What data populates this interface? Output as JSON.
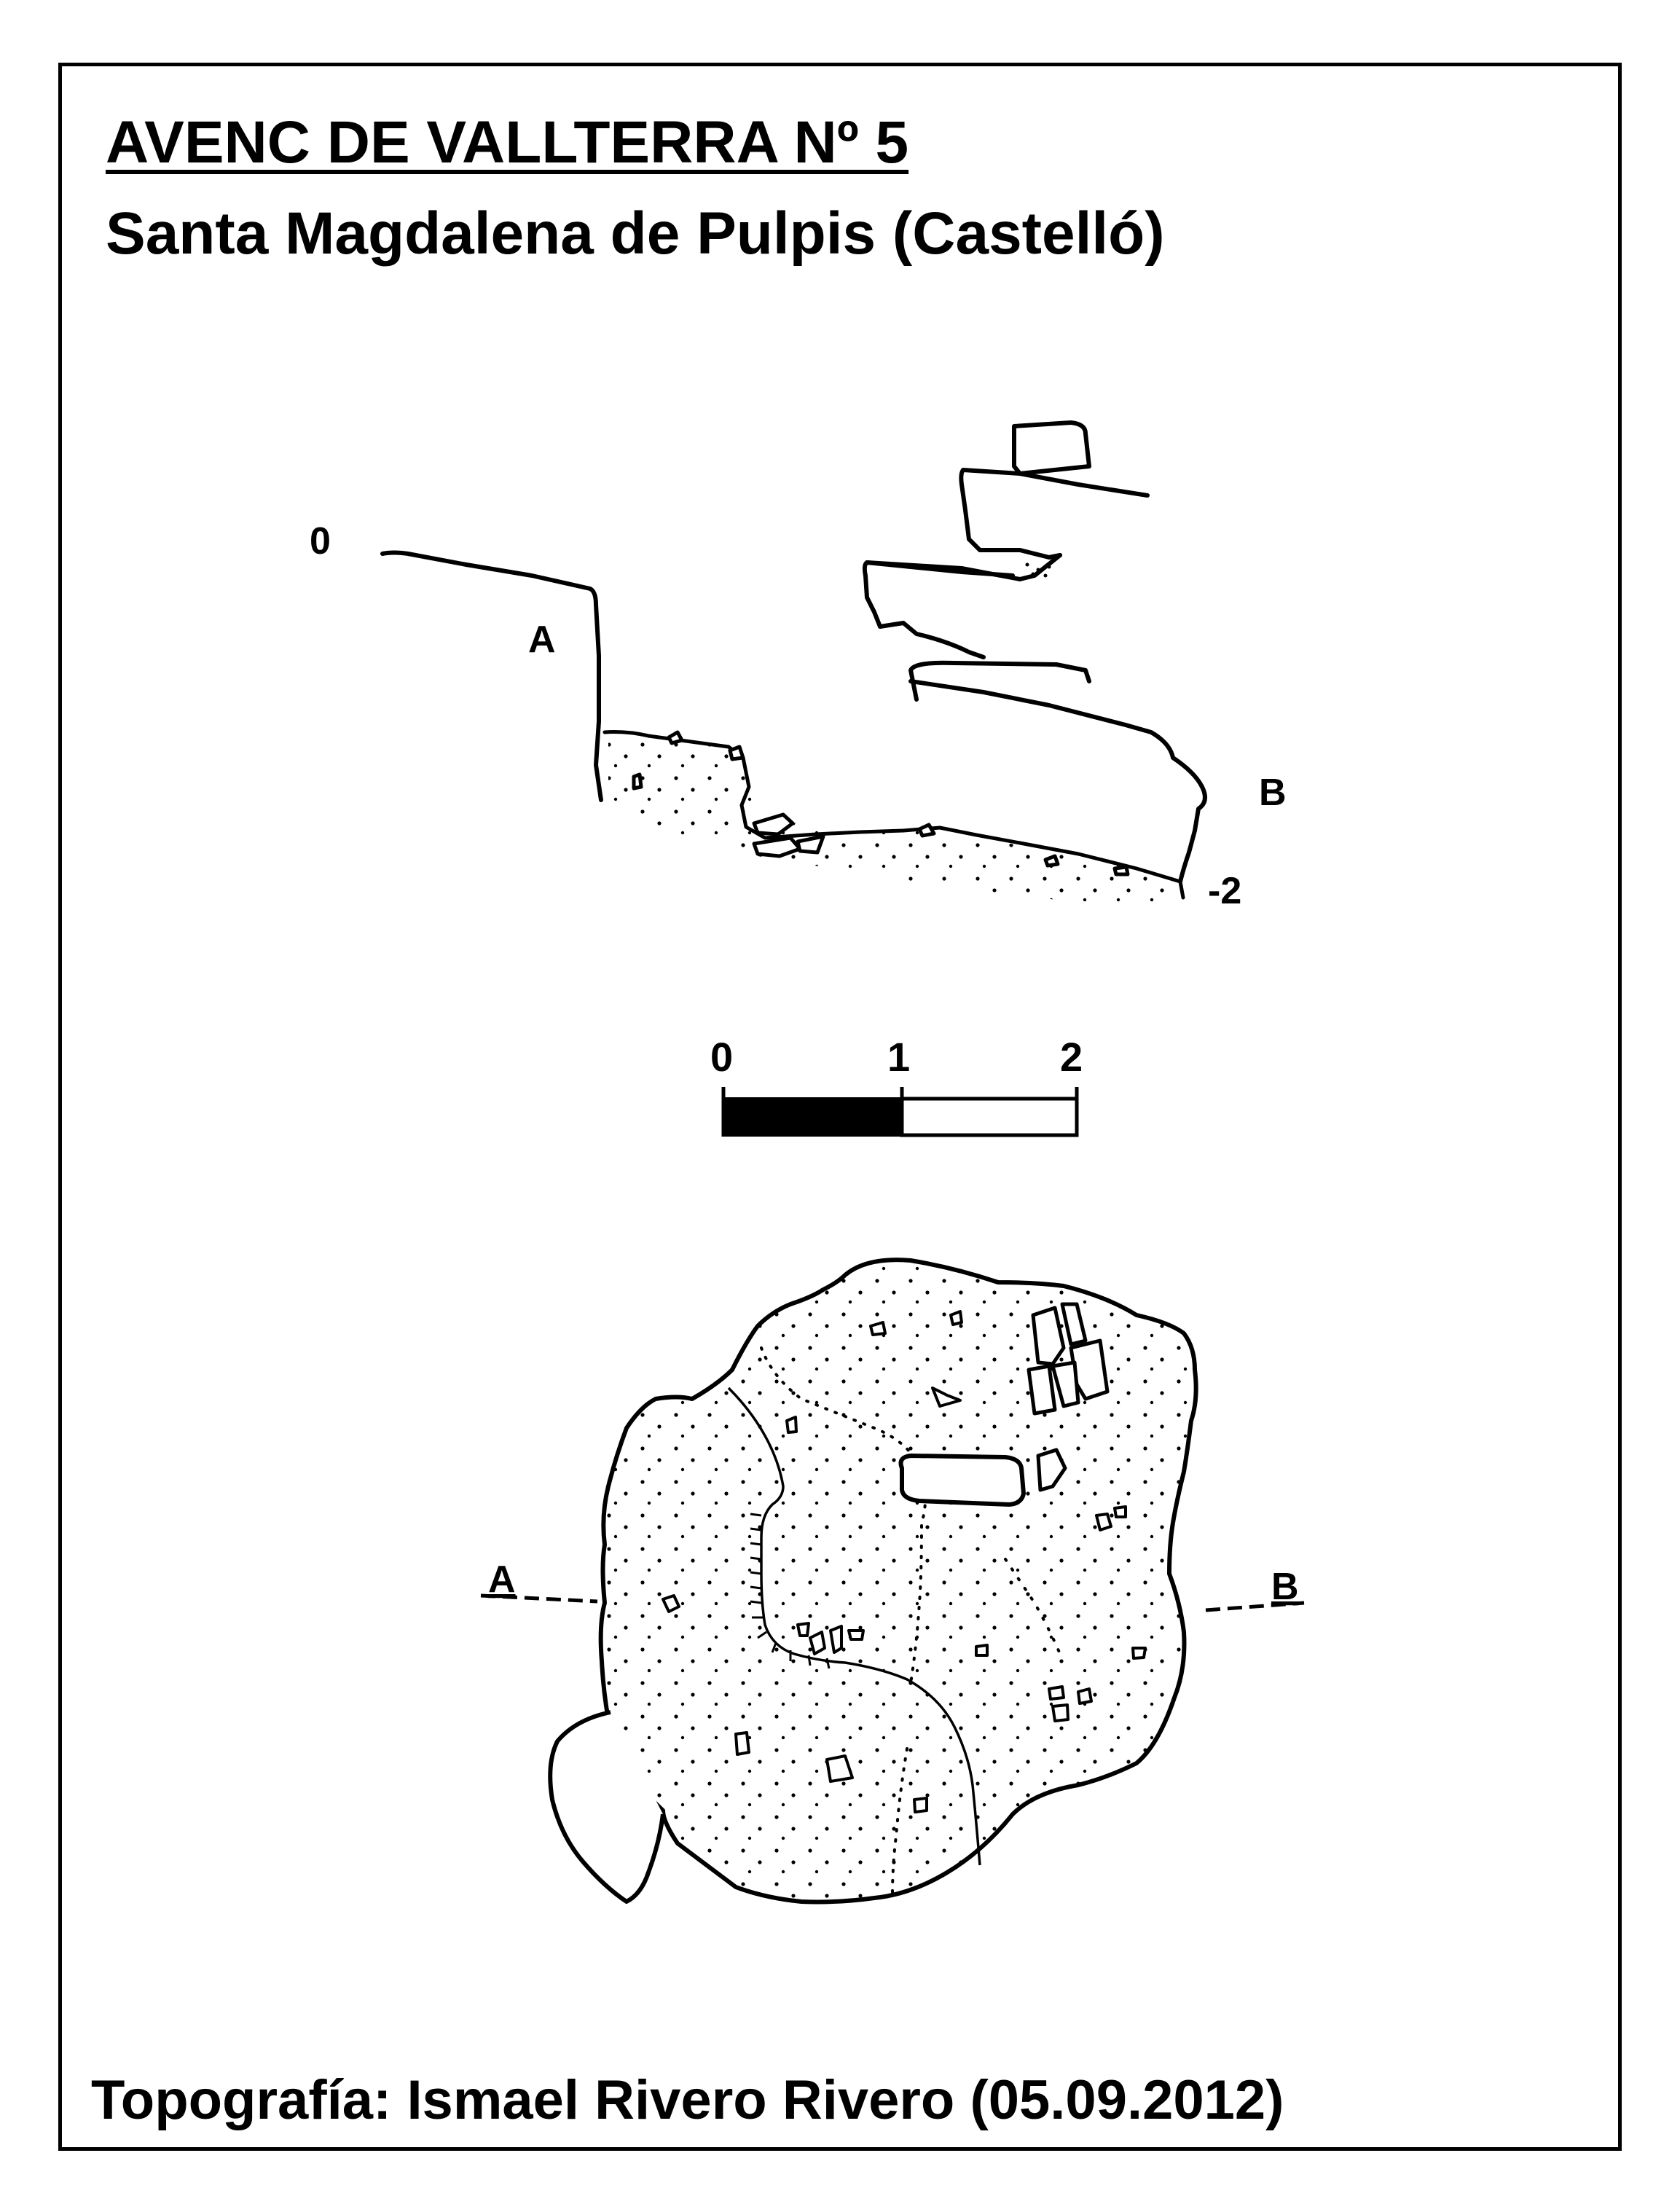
{
  "title": "AVENC DE VALLTERRA Nº 5",
  "subtitle": "Santa Magdalena de Pulpis (Castelló)",
  "credit": "Topografía: Ismael Rivero Rivero (05.09.2012)",
  "section": {
    "depth_top": "0",
    "depth_bottom": "-2",
    "point_a": "A",
    "point_b": "B"
  },
  "scale_bar": {
    "labels": [
      "0",
      "1",
      "2"
    ]
  },
  "plan": {
    "point_a": "A",
    "point_b": "B"
  }
}
